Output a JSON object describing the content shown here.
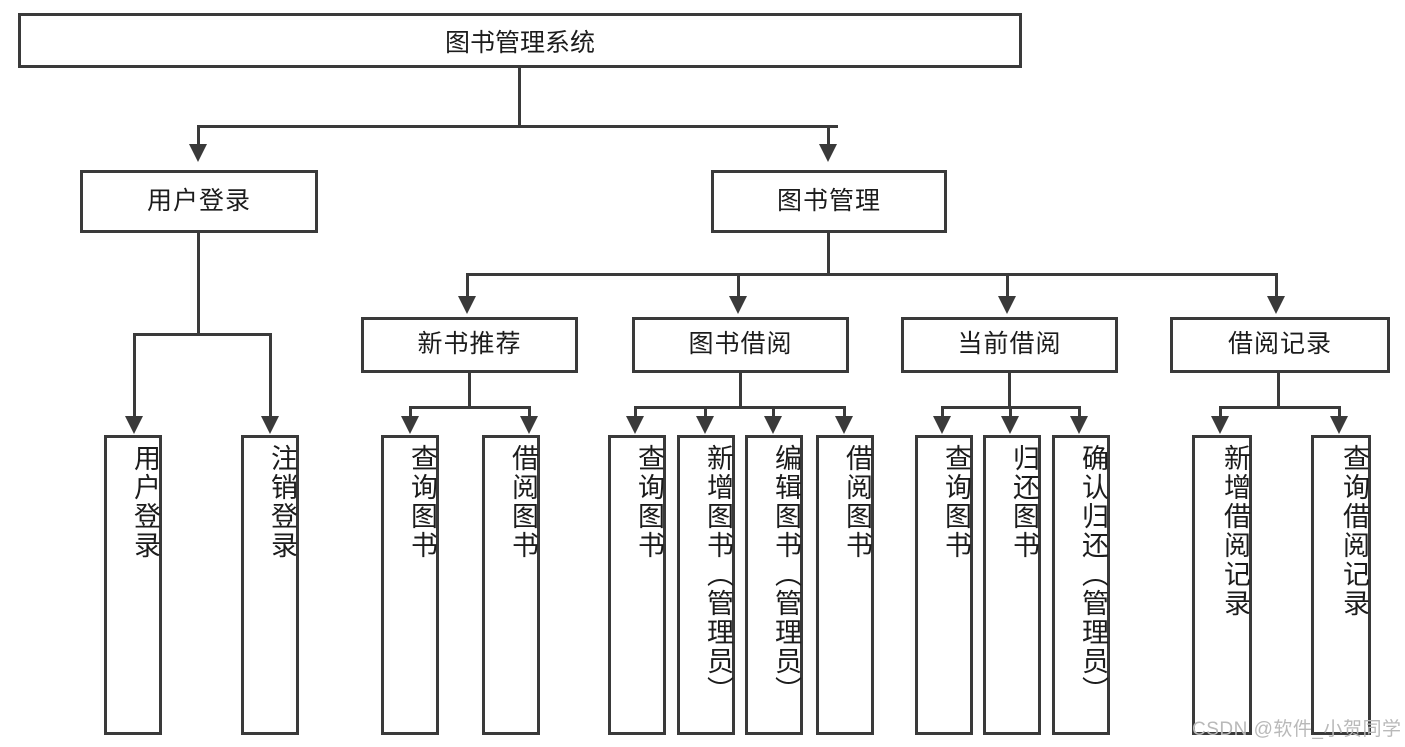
{
  "diagram": {
    "title": "图书管理系统",
    "root": {
      "label": "图书管理系统"
    },
    "level2": [
      {
        "label": "用户登录"
      },
      {
        "label": "图书管理"
      }
    ],
    "level3": [
      {
        "label": "新书推荐"
      },
      {
        "label": "图书借阅"
      },
      {
        "label": "当前借阅"
      },
      {
        "label": "借阅记录"
      }
    ],
    "leaves": [
      {
        "label": "用户登录"
      },
      {
        "label": "注销登录"
      },
      {
        "label": "查询图书"
      },
      {
        "label": "借阅图书"
      },
      {
        "label": "查询图书"
      },
      {
        "label": "新增图书（管理员）"
      },
      {
        "label": "编辑图书（管理员）"
      },
      {
        "label": "借阅图书"
      },
      {
        "label": "查询图书"
      },
      {
        "label": "归还图书"
      },
      {
        "label": "确认归还（管理员）"
      },
      {
        "label": "新增借阅记录"
      },
      {
        "label": "查询借阅记录"
      }
    ]
  },
  "watermark": {
    "text": "CSDN @软件_小贺同学"
  },
  "colors": {
    "stroke": "#3a3a3a",
    "text": "#1c1c1c",
    "background": "#ffffff",
    "watermark": "#b9b9b9"
  }
}
